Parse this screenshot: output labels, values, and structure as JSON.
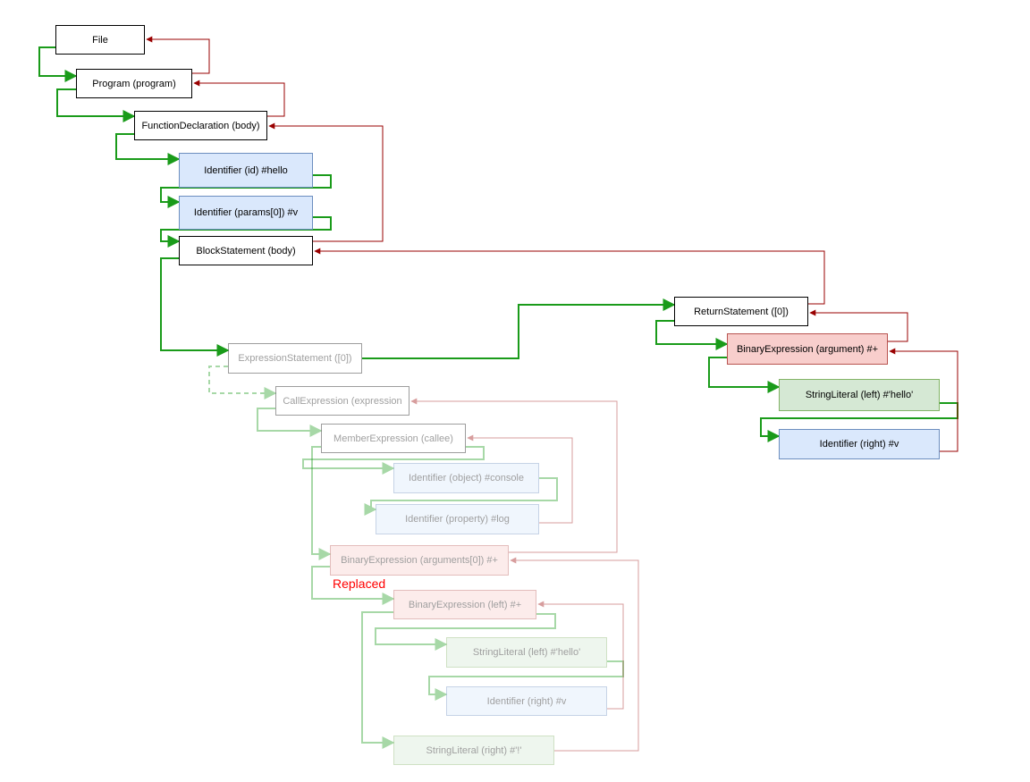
{
  "nodes": [
    {
      "key": "file",
      "text": "File",
      "style": "white",
      "faded": false
    },
    {
      "key": "program",
      "text": "Program (program)",
      "style": "white",
      "faded": false
    },
    {
      "key": "function-declaration",
      "text": "FunctionDeclaration (body)",
      "style": "white",
      "faded": false
    },
    {
      "key": "identifier-id",
      "text": "Identifier (id)  #hello",
      "style": "blue",
      "faded": false
    },
    {
      "key": "identifier-params",
      "text": "Identifier (params[0]) #v",
      "style": "blue",
      "faded": false
    },
    {
      "key": "block-statement",
      "text": "BlockStatement (body)",
      "style": "white",
      "faded": false
    },
    {
      "key": "expression-statement",
      "text": "ExpressionStatement ([0])",
      "style": "white",
      "faded": true
    },
    {
      "key": "call-expression",
      "text": "CallExpression (expression",
      "style": "white",
      "faded": true
    },
    {
      "key": "member-expression",
      "text": "MemberExpression (callee)",
      "style": "white",
      "faded": true
    },
    {
      "key": "identifier-object",
      "text": "Identifier (object)  #console",
      "style": "blue",
      "faded": true
    },
    {
      "key": "identifier-property",
      "text": "Identifier (property)  #log",
      "style": "blue",
      "faded": true
    },
    {
      "key": "binary-expression-args",
      "text": "BinaryExpression (arguments[0]) #+",
      "style": "red",
      "faded": true
    },
    {
      "key": "binary-expression-left",
      "text": "BinaryExpression (left) #+",
      "style": "red",
      "faded": true
    },
    {
      "key": "string-literal-left-faded",
      "text": "StringLiteral (left)  #'hello'",
      "style": "green",
      "faded": true
    },
    {
      "key": "identifier-right-faded",
      "text": "Identifier (right)  #v",
      "style": "blue",
      "faded": true
    },
    {
      "key": "string-literal-right",
      "text": "StringLiteral (right)  #'!'",
      "style": "green",
      "faded": true
    },
    {
      "key": "return-statement",
      "text": "ReturnStatement ([0])",
      "style": "white",
      "faded": false
    },
    {
      "key": "binary-expression-argument",
      "text": "BinaryExpression (argument) #+",
      "style": "red",
      "faded": false
    },
    {
      "key": "string-literal-left",
      "text": "StringLiteral (left)  #'hello'",
      "style": "green",
      "faded": false
    },
    {
      "key": "identifier-right",
      "text": "Identifier (right)  #v",
      "style": "blue",
      "faded": false
    }
  ],
  "note": {
    "text": "Replaced",
    "color": "#ff0000"
  },
  "colors": {
    "enter_edge": "#1a9b1a",
    "exit_edge": "#990000"
  }
}
